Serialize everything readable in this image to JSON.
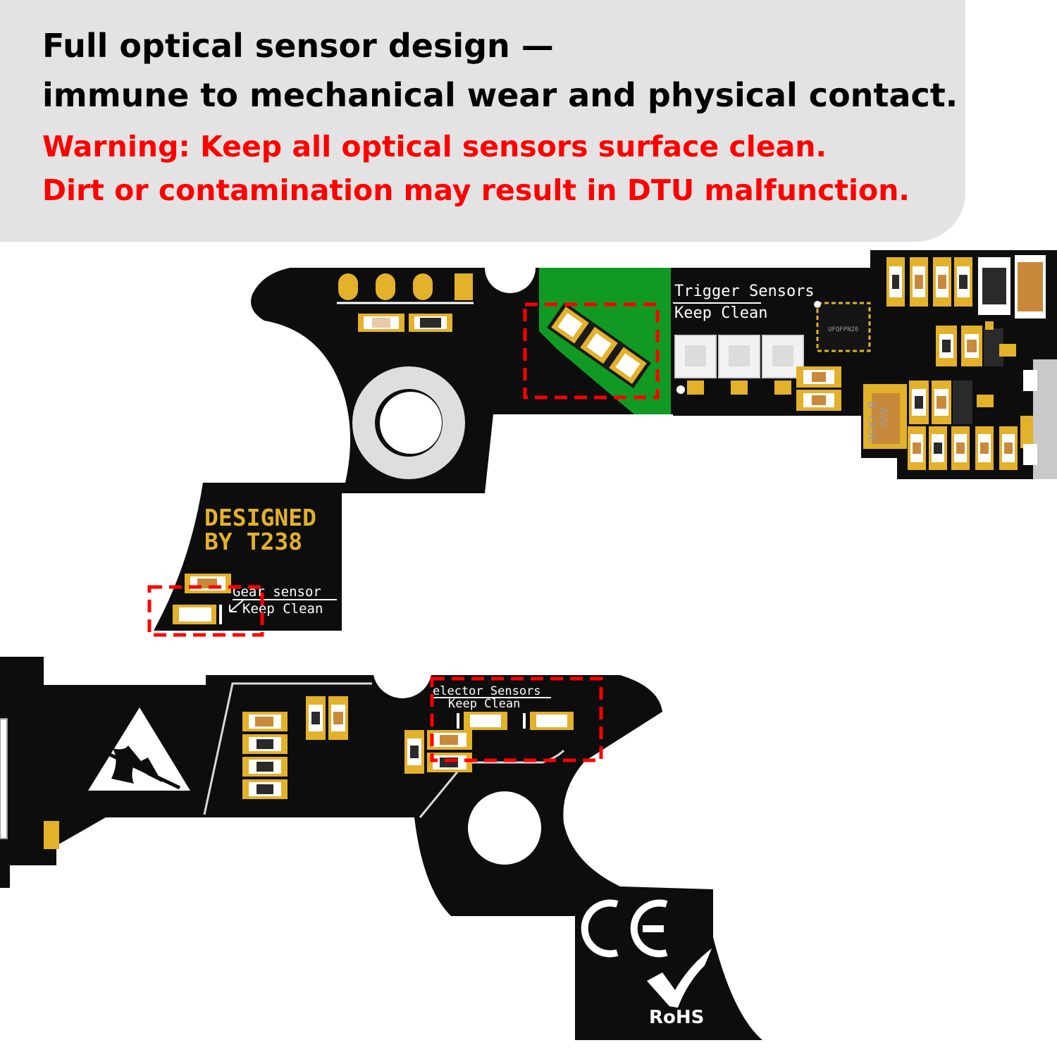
{
  "header": {
    "line1": "Full optical sensor design —",
    "line2": "immune to mechanical wear and physical contact.",
    "warning1": "Warning: Keep all optical sensors surface clean.",
    "warning2": "Dirt or contamination may result in DTU malfunction."
  },
  "board_top": {
    "trigger_title": "Trigger Sensors",
    "trigger_note": "Keep Clean",
    "chip_label": "UFQFPN20",
    "cap_label_1": "AVX",
    "cap_label_2": "B-CASE",
    "designed_1": "DESIGNED",
    "designed_2": "BY T238",
    "gear_title": "Gear sensor",
    "gear_note": "Keep Clean"
  },
  "board_bottom": {
    "selector_title": "elector Sensors",
    "selector_note": "Keep Clean",
    "rohs": "RoHS"
  },
  "colors": {
    "pcb": "#0d0d0d",
    "silkscreen": "#ffffff",
    "pad_gold": "#e3b12a",
    "highlight_dash": "#ff0000",
    "green_zone": "#109a23",
    "warning_text": "#ff0000",
    "banner_bg": "#e3e3e3"
  },
  "icons": [
    "esd-warning-icon",
    "ce-mark-icon",
    "rohs-check-icon"
  ]
}
